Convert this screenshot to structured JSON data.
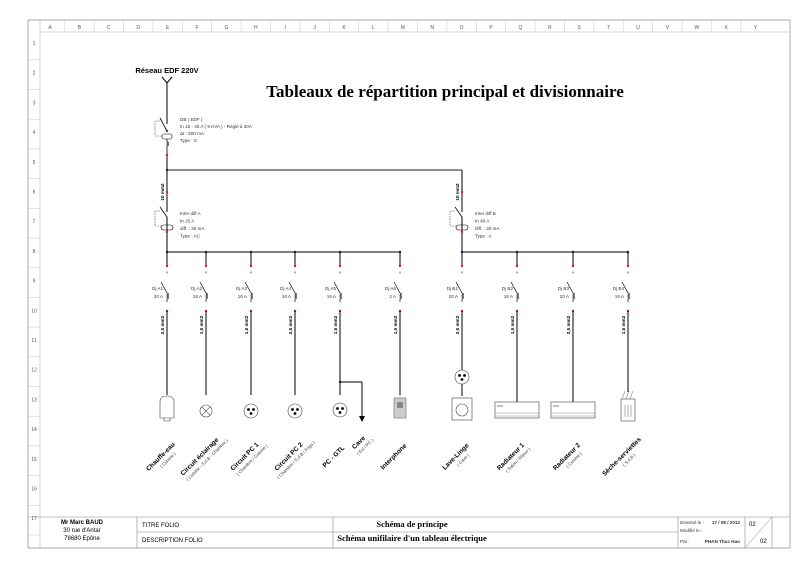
{
  "grid": {
    "columns": [
      "A",
      "B",
      "C",
      "D",
      "E",
      "F",
      "G",
      "H",
      "I",
      "J",
      "K",
      "L",
      "M",
      "N",
      "O",
      "P",
      "Q",
      "R",
      "S",
      "T",
      "U",
      "V",
      "W",
      "X",
      "Y"
    ],
    "rows": [
      "1",
      "2",
      "3",
      "4",
      "5",
      "6",
      "7",
      "8",
      "9",
      "10",
      "11",
      "12",
      "13",
      "14",
      "15",
      "16",
      "17"
    ]
  },
  "diagram": {
    "title": "Tableaux de répartition principal et divisionnaire",
    "supply": "Réseau  EDF 220V",
    "main_breaker": [
      "DB ( EDF )",
      "In 15 - 45 A ( 9 KVA ) - Réglé à 30A",
      "ΔI : 500 mA",
      "Type : S"
    ],
    "feed_cable_a": "10 mm2",
    "feed_cable_b": "10 mm2",
    "diff_a": [
      "Inter diff A",
      "In 25 A",
      "diff. : 30 mA",
      "Type : AC"
    ],
    "diff_b": [
      "Inter diff B",
      "In 40 A",
      "diff. : 30 mA",
      "Type : A"
    ],
    "circuits_a": [
      {
        "breaker": "Dj A1",
        "rating": "20 A",
        "cable": "2,5 mm2",
        "label": "Chauffe-eau",
        "sub": "( Cuisine )",
        "load": "water-heater"
      },
      {
        "breaker": "Dj A2",
        "rating": "16 A",
        "cable": "1,5 mm2",
        "label": "Circuit éclairage",
        "sub": "( Cuisine - S.d.B - Chambre )",
        "load": "lamp"
      },
      {
        "breaker": "Dj A3",
        "rating": "16 A",
        "cable": "1,5 mm2",
        "label": "Circuit PC 1",
        "sub": "( Chambre / Cuisine )",
        "load": "outlet"
      },
      {
        "breaker": "Dj A4",
        "rating": "16 A",
        "cable": "2,5 mm2",
        "label": "Circuit PC 2",
        "sub": "( Chambre / S.d.B / Frigo )",
        "load": "outlet"
      },
      {
        "breaker": "Dj A5",
        "rating": "16 A",
        "cable": "1,5 mm2",
        "label": "PC - GTL",
        "sub": "",
        "load": "outlet"
      },
      {
        "breaker": "Dj A6",
        "rating": "2 A",
        "cable": "1,5 mm2",
        "label": "Interphone",
        "sub": "",
        "load": "intercom"
      }
    ],
    "cave": {
      "label": "Cave",
      "sub": "( Ecl / PC )"
    },
    "circuits_b": [
      {
        "breaker": "Dj B1",
        "rating": "20 A",
        "cable": "2,5 mm2",
        "label": "Lave-Linge",
        "sub": "( Cave )",
        "load": "washer"
      },
      {
        "breaker": "Dj B2",
        "rating": "16 A",
        "cable": "1,5 mm2",
        "label": "Radiateur 1",
        "sub": "( Salon / Séjour )",
        "load": "radiator"
      },
      {
        "breaker": "Dj B3",
        "rating": "20 A",
        "cable": "2,5 mm2",
        "label": "Radiateur 2",
        "sub": "( Cuisine )",
        "load": "radiator"
      },
      {
        "breaker": "Dj B4",
        "rating": "16 A",
        "cable": "1,5 mm2",
        "label": "Sèche-serviettes",
        "sub": "( S.d.B )",
        "load": "towel-dryer"
      }
    ]
  },
  "title_block": {
    "owner_name": "Mr  Marc BAUD",
    "owner_street": "30 rue d'Antar",
    "owner_city": "78680 Epône",
    "titre_label": "TITRE FOLIO",
    "titre_value": "Schéma de principe",
    "desc_label": "DESCRIPTION FOLIO",
    "desc_value": "Schéma unifilaire d'un tableau électrique",
    "drawn_label": "Dessiné le :",
    "drawn_date": "17 / 08 / 2012",
    "modified_label": "Modifié le :",
    "by_label": "Par :",
    "by_value": "PHAN Thuc Hao",
    "page": "02",
    "total": "02"
  },
  "colors": {
    "line": "#000000",
    "bus": "#555555",
    "node": "#1a1a80",
    "terminal": "#cc2222"
  }
}
